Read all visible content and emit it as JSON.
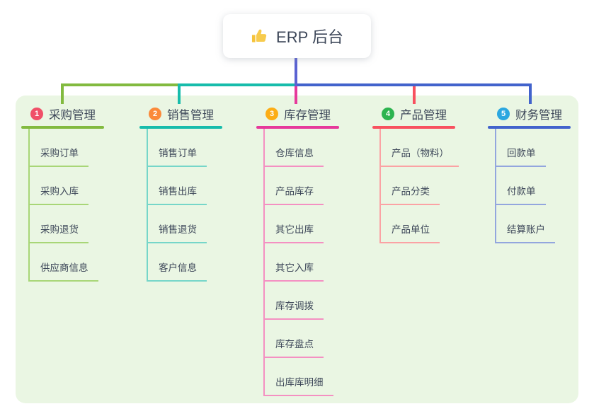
{
  "root": {
    "icon": "👍",
    "title": "ERP 后台"
  },
  "branches": [
    {
      "index": "1",
      "label": "采购管理",
      "badge_color": "#f05068",
      "line_color": "#82ba3f",
      "child_line_color": "#a8d677",
      "children": [
        "采购订单",
        "采购入库",
        "采购退货",
        "供应商信息"
      ]
    },
    {
      "index": "2",
      "label": "销售管理",
      "badge_color": "#fb8a3a",
      "line_color": "#17bcab",
      "child_line_color": "#76d6c9",
      "children": [
        "销售订单",
        "销售出库",
        "销售退货",
        "客户信息"
      ]
    },
    {
      "index": "3",
      "label": "库存管理",
      "badge_color": "#fcad15",
      "line_color": "#e6399b",
      "child_line_color": "#f490c2",
      "children": [
        "仓库信息",
        "产品库存",
        "其它出库",
        "其它入库",
        "库存调拨",
        "库存盘点",
        "出库库明细"
      ]
    },
    {
      "index": "4",
      "label": "产品管理",
      "badge_color": "#2cb44f",
      "line_color": "#f8515f",
      "child_line_color": "#fba2a4",
      "children": [
        "产品（物料）",
        "产品分类",
        "产品单位"
      ]
    },
    {
      "index": "5",
      "label": "财务管理",
      "badge_color": "#2ba7e0",
      "line_color": "#4263cc",
      "child_line_color": "#93a6de",
      "children": [
        "回款单",
        "付款单",
        "结算账户"
      ]
    }
  ],
  "colors": {
    "root_line": "#5a62d2",
    "panel_bg": "#eaf6e3",
    "card_bg": "#ffffff",
    "text": "#3c4658"
  }
}
